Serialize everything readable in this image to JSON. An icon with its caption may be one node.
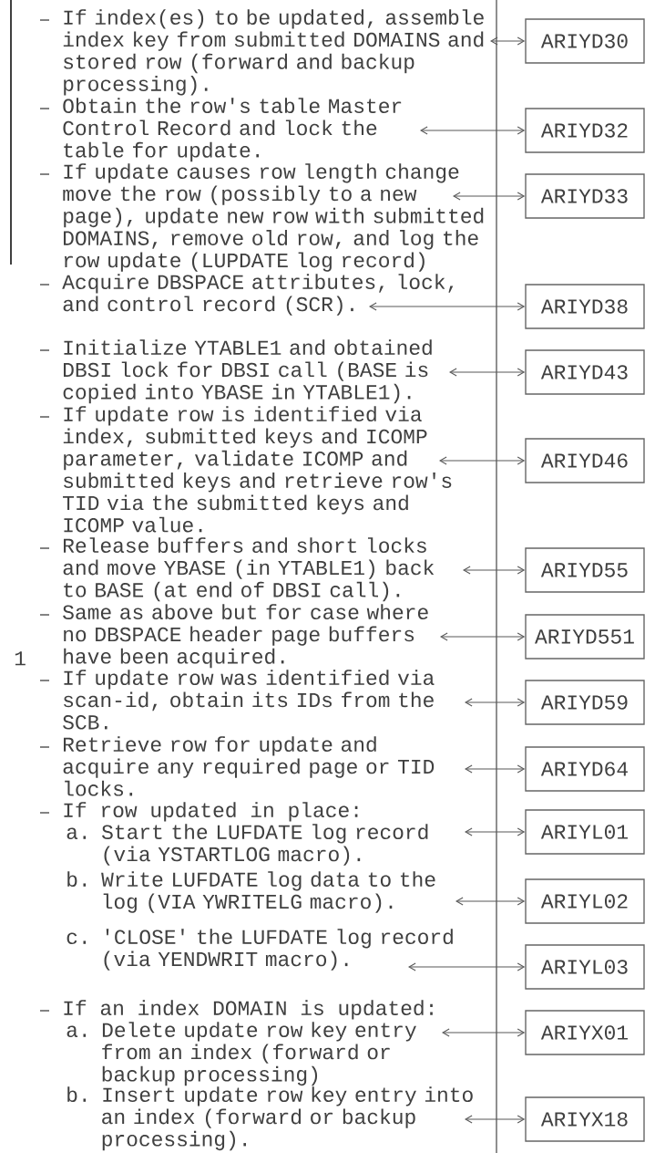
{
  "diagram": {
    "nodes": [
      {
        "text": [
          "If index(es) to be updated, assemble index key from submitted DOMAINS and stored row (forward and backup processing)."
        ]
      },
      {
        "text": [
          "ARIYD30"
        ]
      },
      {
        "text": [
          "Obtain the row's table Master Control Record and lock the table for update."
        ]
      },
      {
        "text": [
          "ARIYD32"
        ]
      },
      {
        "text": [
          "If update causes row length change move the row (possibly to a new page), update new row with submitted DOMAINS, remove old row, and log the row update (LUPDATE log record)"
        ]
      },
      {
        "text": [
          "ARIYD33"
        ]
      },
      {
        "text": [
          "Acquire DBSPACE attributes, lock, and control record (SCR)."
        ]
      },
      {
        "text": [
          "ARIYD38"
        ]
      },
      {
        "text": [
          "Initialize YTABLE1 and obtained DBSI lock for DBSI call (BASE is copied into YBASE in YTABLE1)."
        ]
      },
      {
        "text": [
          "ARIYD43"
        ]
      },
      {
        "text": [
          "If update row is identified via index, submitted keys and ICOMP parameter, validate ICOMP and submitted keys and retrieve row's TID via the submitted keys and ICOMP value."
        ]
      },
      {
        "text": [
          "ARIYD46"
        ]
      },
      {
        "text": [
          "Release buffers and short locks and move YBASE (in YTABLE1) back to BASE (at end of DBSI call)."
        ]
      },
      {
        "text": [
          "ARIYD55"
        ]
      },
      {
        "text": [
          "Same as above but for case where no DBSPACE header page buffers have been acquired."
        ]
      },
      {
        "text": [
          "ARIYD551"
        ]
      },
      {
        "text": [
          "If update row was identified via scan-id, obtain its IDs from the SCB."
        ]
      },
      {
        "text": [
          "ARIYD59"
        ]
      },
      {
        "text": [
          "Retrieve row for update and acquire any required page or TID locks."
        ]
      },
      {
        "text": [
          "ARIYD64"
        ]
      },
      {
        "text": [
          "a. Start the LUFDATE log record (via YSTARTLOG macro)."
        ]
      },
      {
        "text": [
          "ARIYL01"
        ]
      },
      {
        "text": [
          "b. Write LUFDATE log data to the log (VIA YWRITELG macro)."
        ]
      },
      {
        "text": [
          "ARIYL02"
        ]
      },
      {
        "text": [
          "c. 'CLOSE' the LUFDATE log record (via YENDWRIT macro)."
        ]
      },
      {
        "text": [
          "ARIYL03"
        ]
      },
      {
        "text": [
          "a. Delete update row key entry from an index (forward or backup processing)"
        ]
      },
      {
        "text": [
          "ARIYX01"
        ]
      },
      {
        "text": [
          "b. Insert update row key entry into an index (forward or backup processing)."
        ]
      },
      {
        "text": [
          "ARIYX18"
        ]
      }
    ],
    "edges": [
      {
        "from": 0,
        "to": 1,
        "arrow": "both"
      },
      {
        "from": 2,
        "to": 3,
        "arrow": "both"
      },
      {
        "from": 4,
        "to": 5,
        "arrow": "both"
      },
      {
        "from": 6,
        "to": 7,
        "arrow": "both"
      },
      {
        "from": 8,
        "to": 9,
        "arrow": "both"
      },
      {
        "from": 10,
        "to": 11,
        "arrow": "both"
      },
      {
        "from": 12,
        "to": 13,
        "arrow": "both"
      },
      {
        "from": 14,
        "to": 15,
        "arrow": "both"
      },
      {
        "from": 16,
        "to": 17,
        "arrow": "both"
      },
      {
        "from": 18,
        "to": 19,
        "arrow": "both"
      },
      {
        "from": 20,
        "to": 21,
        "arrow": "both"
      },
      {
        "from": 22,
        "to": 23,
        "arrow": "both"
      },
      {
        "from": 24,
        "to": 25,
        "arrow": "both"
      },
      {
        "from": 26,
        "to": 27,
        "arrow": "both"
      },
      {
        "from": 28,
        "to": 29,
        "arrow": "both"
      }
    ],
    "labels": [
      "1",
      "If row updated in place:",
      "If an index DOMAIN is updated:"
    ]
  }
}
